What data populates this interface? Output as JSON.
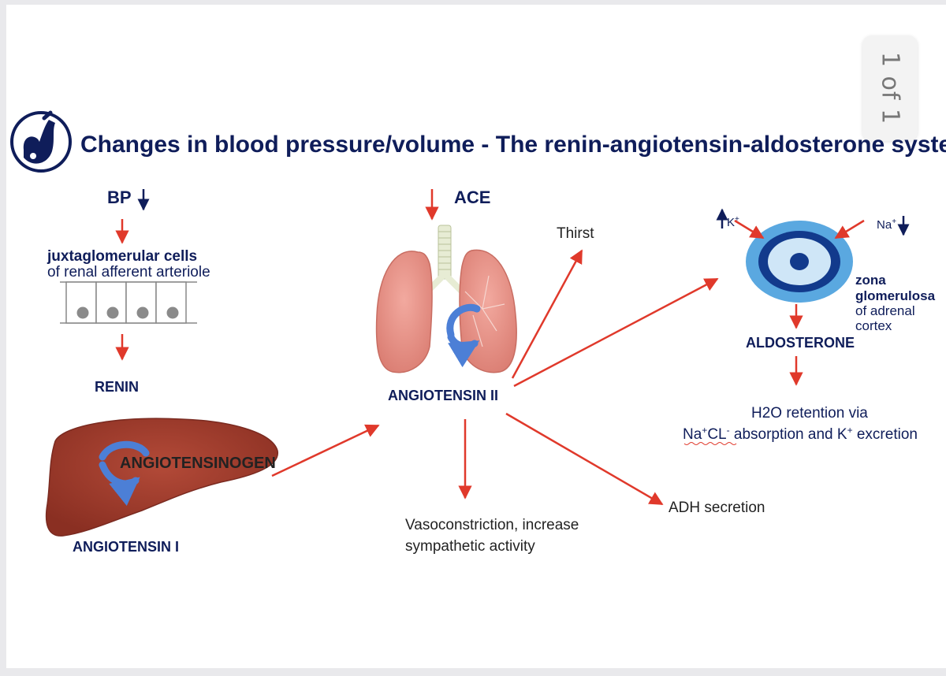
{
  "viewer": {
    "page_indicator": "1 of 1"
  },
  "slide": {
    "title": "Changes in blood pressure/volume - The renin-angiotensin-aldosterone system",
    "title_icon": "stomach-icon",
    "colors": {
      "navy": "#0f1d5a",
      "arrow_red": "#e0392b",
      "lung_pink": "#e8958a",
      "liver_brown": "#9a3a2c",
      "adrenal_blue": "#5aa8e0"
    }
  },
  "kidney": {
    "bp_label": "BP",
    "juxta_label": "juxtaglomerular cells",
    "afferent_label": "of renal afferent arteriole",
    "renin_label": "RENIN"
  },
  "liver": {
    "angiotensinogen_label": "ANGIOTENSINOGEN",
    "angiotensin1_label": "ANGIOTENSIN I"
  },
  "lung": {
    "ace_label": "ACE",
    "angiotensin2_label": "ANGIOTENSIN II"
  },
  "effects": {
    "thirst": "Thirst",
    "vasoconstriction_line1": "Vasoconstriction, increase",
    "vasoconstriction_line2": "sympathetic activity",
    "adh": "ADH secretion"
  },
  "adrenal": {
    "k_label": "K",
    "na_label": "Na",
    "zona_line1": "zona",
    "zona_line2": "glomerulosa",
    "zona_line3": "of adrenal",
    "zona_line4": "cortex",
    "aldosterone_label": "ALDOSTERONE",
    "h2o_line1": "H2O retention via",
    "h2o_line2_na": "Na",
    "h2o_line2_cl": "CL",
    "h2o_line2_rest": " absorption and K",
    "h2o_line2_end": " excretion",
    "plus_sign": "+",
    "minus_sign": "-"
  }
}
